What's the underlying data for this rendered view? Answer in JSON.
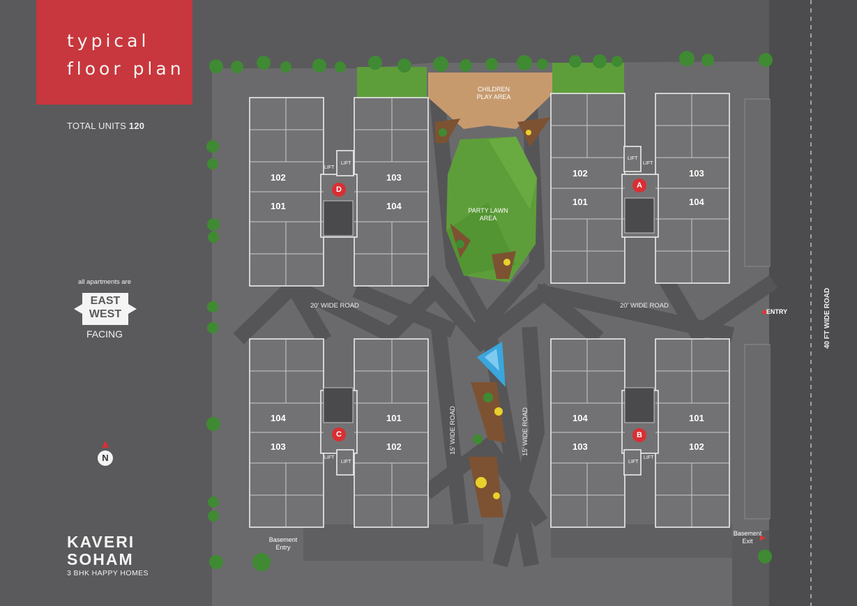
{
  "header": {
    "title_line1": "typical",
    "title_line2": "floor plan"
  },
  "total_units": {
    "label": "TOTAL UNITS",
    "value": "120"
  },
  "orientation": {
    "caption": "all apartments are",
    "east": "EAST",
    "west": "WEST",
    "facing": "FACING"
  },
  "north": {
    "label": "N"
  },
  "brand": {
    "line1": "KAVERI",
    "line2": "SOHAM",
    "tagline": "3 BHK HAPPY HOMES"
  },
  "areas": {
    "children_play": "CHILDREN\nPLAY AREA",
    "party_lawn": "PARTY LAWN\nAREA"
  },
  "roads": {
    "road_left": "20' WIDE ROAD",
    "road_right": "20' WIDE ROAD",
    "road_15_left": "15' WIDE ROAD",
    "road_15_right": "15' WIDE ROAD",
    "main_road": "40 FT WIDE ROAD"
  },
  "access": {
    "entry": "ENTRY",
    "basement_entry": "Basement\nEntry",
    "basement_exit": "Basement\nExit"
  },
  "lift_label": "LIFT",
  "towers": [
    {
      "id": "D",
      "units_top": [
        "102",
        "103"
      ],
      "units_bottom": [
        "101",
        "104"
      ]
    },
    {
      "id": "A",
      "units_top": [
        "102",
        "103"
      ],
      "units_bottom": [
        "101",
        "104"
      ]
    },
    {
      "id": "C",
      "units_top": [
        "104",
        "101"
      ],
      "units_bottom": [
        "103",
        "102"
      ]
    },
    {
      "id": "B",
      "units_top": [
        "104",
        "101"
      ],
      "units_bottom": [
        "103",
        "102"
      ]
    }
  ],
  "colors": {
    "title_red": "#c8373d",
    "badge_red": "#d92f33",
    "lawn_green": "#5e9e3a",
    "play_area": "#c79a6e",
    "pool_blue": "#3aa6dc",
    "building": "#727274",
    "outline": "#e8e8e8",
    "road": "#666668",
    "background": "#5a5a5c"
  }
}
